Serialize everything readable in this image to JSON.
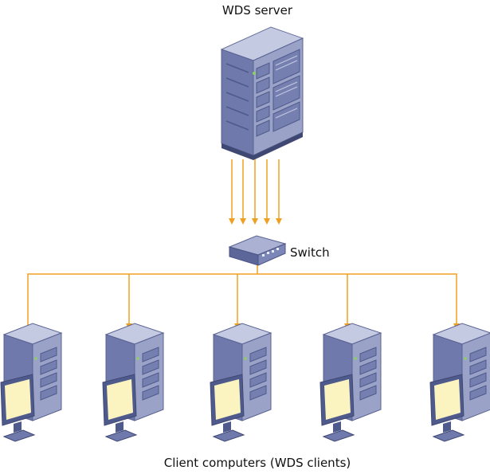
{
  "diagram": {
    "server_label": "WDS server",
    "switch_label": "Switch",
    "clients_label": "Client computers (WDS clients)",
    "client_count": 5,
    "stream_arrow_count": 5
  },
  "colors": {
    "connector": "#f0a020",
    "device_light": "#9aa3c7",
    "device_mid": "#7680b0",
    "device_dark": "#4f5a8c",
    "screen": "#fbf3c0"
  }
}
